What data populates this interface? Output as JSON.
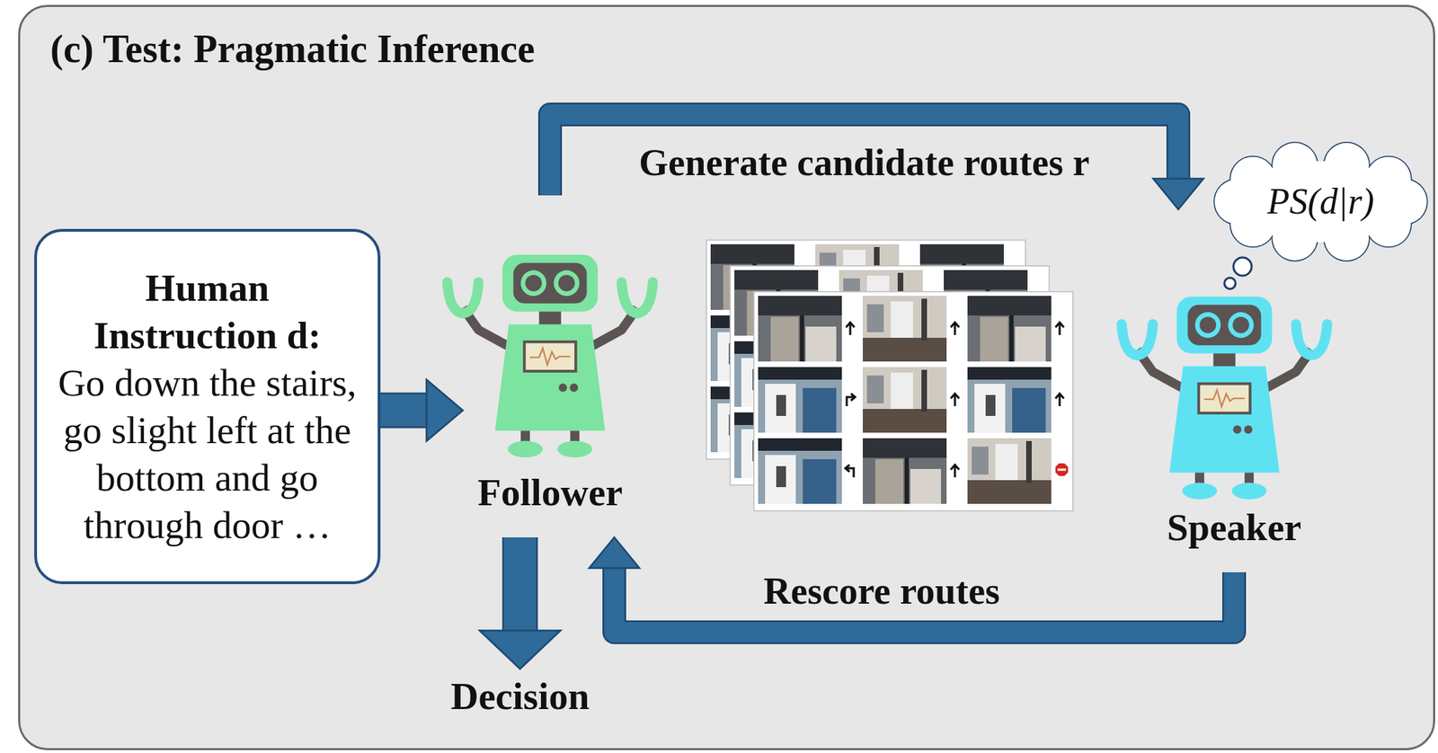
{
  "diagram": {
    "nodes": [
      {
        "text": [
          "(c) Test: Pragmatic Inference"
        ]
      },
      {
        "text": [
          "Human Instruction d:",
          "Go down the stairs, go slight left at the bottom and go through door …"
        ],
        "in": 0
      },
      {
        "text": [
          "Follower"
        ],
        "in": 0
      },
      {
        "text": [
          "PS(d|r)"
        ],
        "in": 0
      },
      {
        "text": [
          "Speaker"
        ],
        "in": 0
      },
      {
        "text": [
          "Decision"
        ],
        "in": 0
      }
    ],
    "edges": [
      {
        "from": 1,
        "to": 2,
        "arrow": "to"
      },
      {
        "from": 2,
        "to": 4,
        "label": "Generate candidate routes r",
        "arrow": "to"
      },
      {
        "from": 4,
        "to": 2,
        "label": "Rescore routes",
        "arrow": "to"
      },
      {
        "from": 2,
        "to": 5,
        "arrow": "to"
      }
    ]
  }
}
